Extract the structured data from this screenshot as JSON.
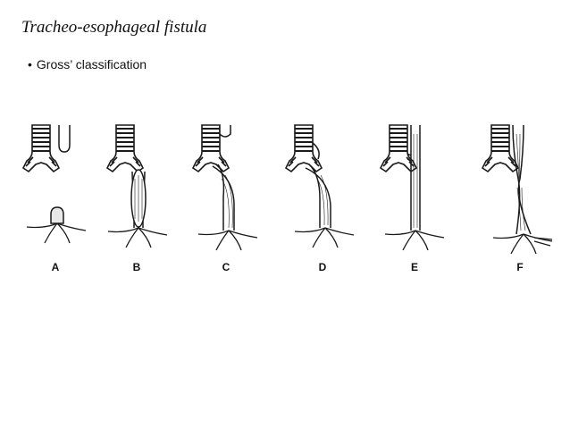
{
  "slide": {
    "title": "Tracheo-esophageal fistula",
    "bullet": "Gross’ classification"
  },
  "figure": {
    "panels": [
      {
        "letter": "A"
      },
      {
        "letter": "B"
      },
      {
        "letter": "C"
      },
      {
        "letter": "D"
      },
      {
        "letter": "E"
      },
      {
        "letter": "F"
      }
    ]
  },
  "colors": {
    "ink": "#1a1a1a",
    "background": "#ffffff"
  }
}
